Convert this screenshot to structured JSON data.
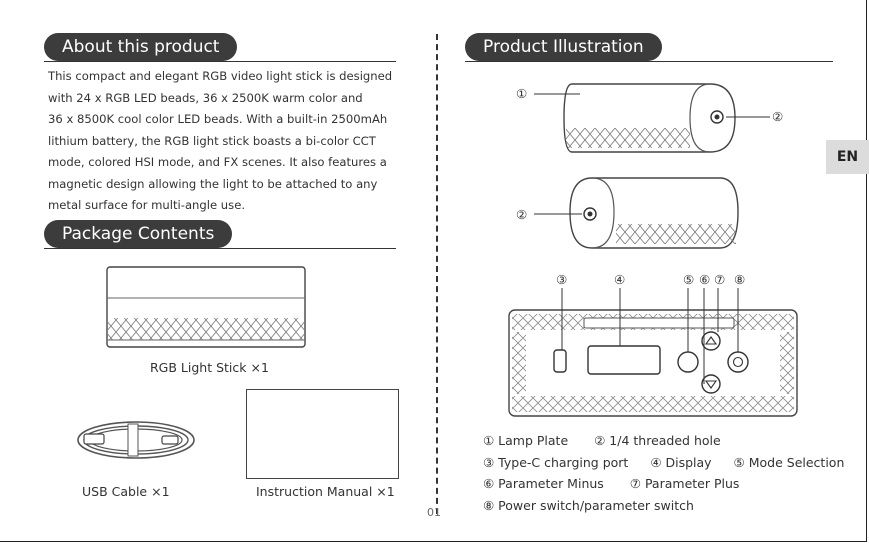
{
  "left": {
    "about_heading": "About this product",
    "about_lines": [
      "This compact and elegant RGB video light stick is designed",
      "with 24 x RGB LED beads,  36 x  2500K warm color and",
      "36 x 8500K cool color LED beads. With a built-in 2500mAh",
      "lithium battery, the RGB light stick boasts a  bi-color CCT",
      "mode, colored HSI mode, and FX scenes. It also features a",
      "magnetic design allowing the light to be attached to any",
      "metal surface for multi-angle use."
    ],
    "package_heading": "Package Contents",
    "light_stick_label": "RGB Light Stick  ×1",
    "usb_cable_label": "USB Cable  ×1",
    "manual_label": "Instruction Manual  ×1"
  },
  "right": {
    "illustration_heading": "Product Illustration",
    "callouts": {
      "c1": "①",
      "c2": "②",
      "c2b": "②",
      "c3": "③",
      "c4": "④",
      "c5": "⑤",
      "c6": "⑥",
      "c7": "⑦",
      "c8": "⑧"
    },
    "legend_lines": [
      [
        "① Lamp Plate",
        "② 1/4 threaded hole"
      ],
      [
        "③ Type-C charging port",
        "④ Display",
        "⑤ Mode Selection"
      ],
      [
        "⑥ Parameter Minus",
        "⑦ Parameter Plus"
      ],
      [
        "⑧ Power switch/parameter switch"
      ]
    ]
  },
  "lang_tab": "EN",
  "page_number": "01"
}
